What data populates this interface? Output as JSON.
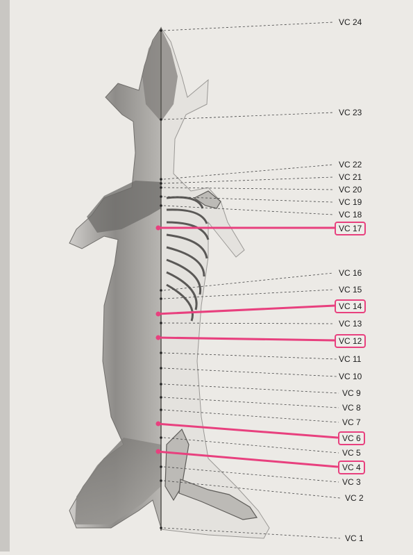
{
  "labels": [
    {
      "id": "vc24",
      "text": "VC 24",
      "highlighted": false
    },
    {
      "id": "vc23",
      "text": "VC 23",
      "highlighted": false
    },
    {
      "id": "vc22",
      "text": "VC 22",
      "highlighted": false
    },
    {
      "id": "vc21",
      "text": "VC 21",
      "highlighted": false
    },
    {
      "id": "vc20",
      "text": "VC 20",
      "highlighted": false
    },
    {
      "id": "vc19",
      "text": "VC 19",
      "highlighted": false
    },
    {
      "id": "vc18",
      "text": "VC 18",
      "highlighted": false
    },
    {
      "id": "vc17",
      "text": "VC 17",
      "highlighted": true
    },
    {
      "id": "vc16",
      "text": "VC 16",
      "highlighted": false
    },
    {
      "id": "vc15",
      "text": "VC 15",
      "highlighted": false
    },
    {
      "id": "vc14",
      "text": "VC 14",
      "highlighted": true
    },
    {
      "id": "vc13",
      "text": "VC 13",
      "highlighted": false
    },
    {
      "id": "vc12",
      "text": "VC 12",
      "highlighted": true
    },
    {
      "id": "vc11",
      "text": "VC 11",
      "highlighted": false
    },
    {
      "id": "vc10",
      "text": "VC 10",
      "highlighted": false
    },
    {
      "id": "vc9",
      "text": "VC 9",
      "highlighted": false
    },
    {
      "id": "vc8",
      "text": "VC 8",
      "highlighted": false
    },
    {
      "id": "vc7",
      "text": "VC 7",
      "highlighted": false
    },
    {
      "id": "vc6",
      "text": "VC 6",
      "highlighted": true
    },
    {
      "id": "vc5",
      "text": "VC 5",
      "highlighted": false
    },
    {
      "id": "vc4",
      "text": "VC 4",
      "highlighted": true
    },
    {
      "id": "vc3",
      "text": "VC 3",
      "highlighted": false
    },
    {
      "id": "vc2",
      "text": "VC 2",
      "highlighted": false
    },
    {
      "id": "vc1",
      "text": "VC 1",
      "highlighted": false
    }
  ],
  "colors": {
    "highlight": "#e8407e",
    "paper": "#eceae6",
    "leader_line": "#444444",
    "figure_shade": "#9a9a98"
  }
}
